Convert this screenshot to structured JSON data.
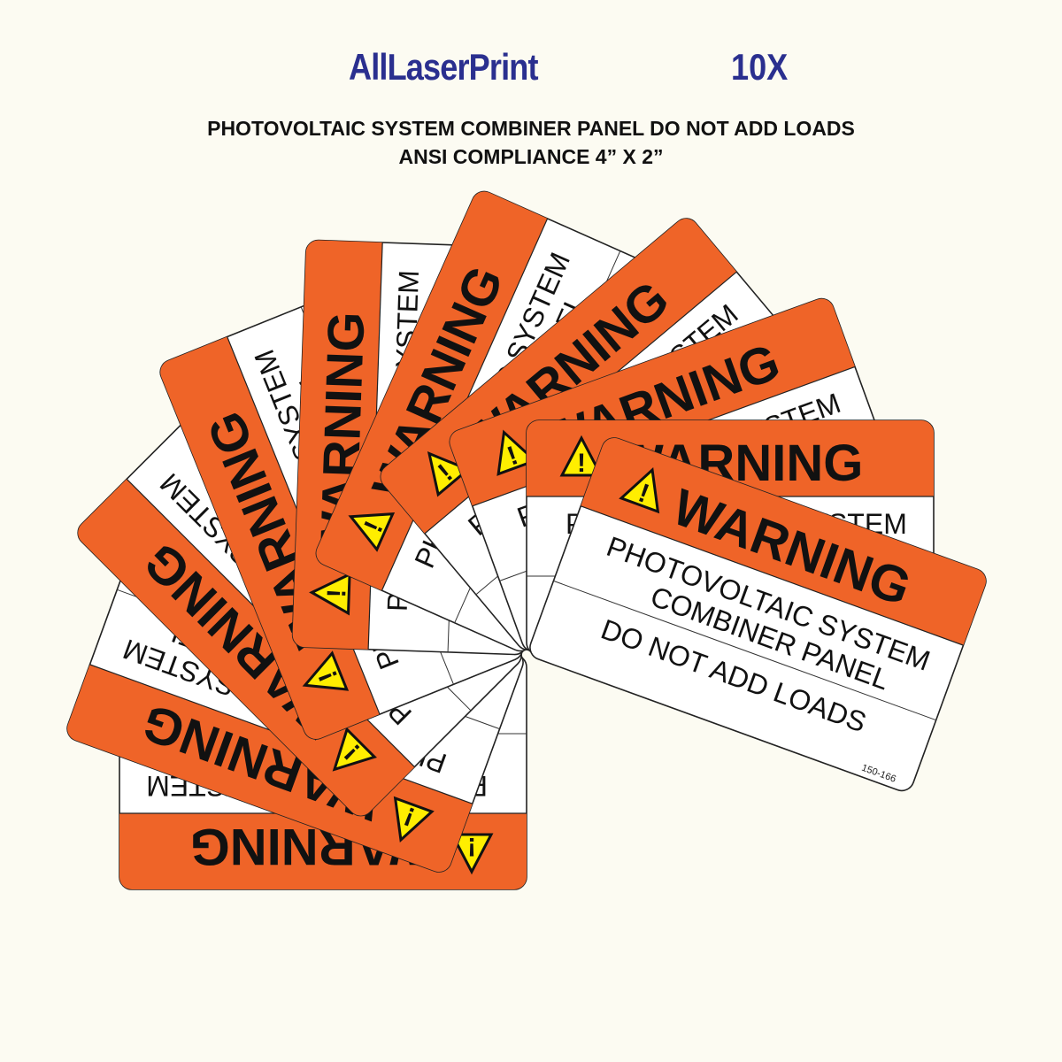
{
  "header": {
    "brand": "AllLaserPrint",
    "count": "10X",
    "subtitle_line1": "PHOTOVOLTAIC SYSTEM COMBINER PANEL DO NOT ADD LOADS",
    "subtitle_line2": "ANSI COMPLIANCE 4” X 2”"
  },
  "label": {
    "signal_word": "WARNING",
    "line1": "PHOTOVOLTAIC SYSTEM",
    "line2": "COMBINER PANEL",
    "line3": "DO NOT ADD LOADS",
    "part_number": "150-166"
  },
  "colors": {
    "header_band": "#ef6428",
    "brand_text": "#2a2f8f",
    "triangle_fill": "#ffee00",
    "background": "#fcfbf2"
  },
  "icons": {
    "alert": "warning-triangle-icon"
  }
}
